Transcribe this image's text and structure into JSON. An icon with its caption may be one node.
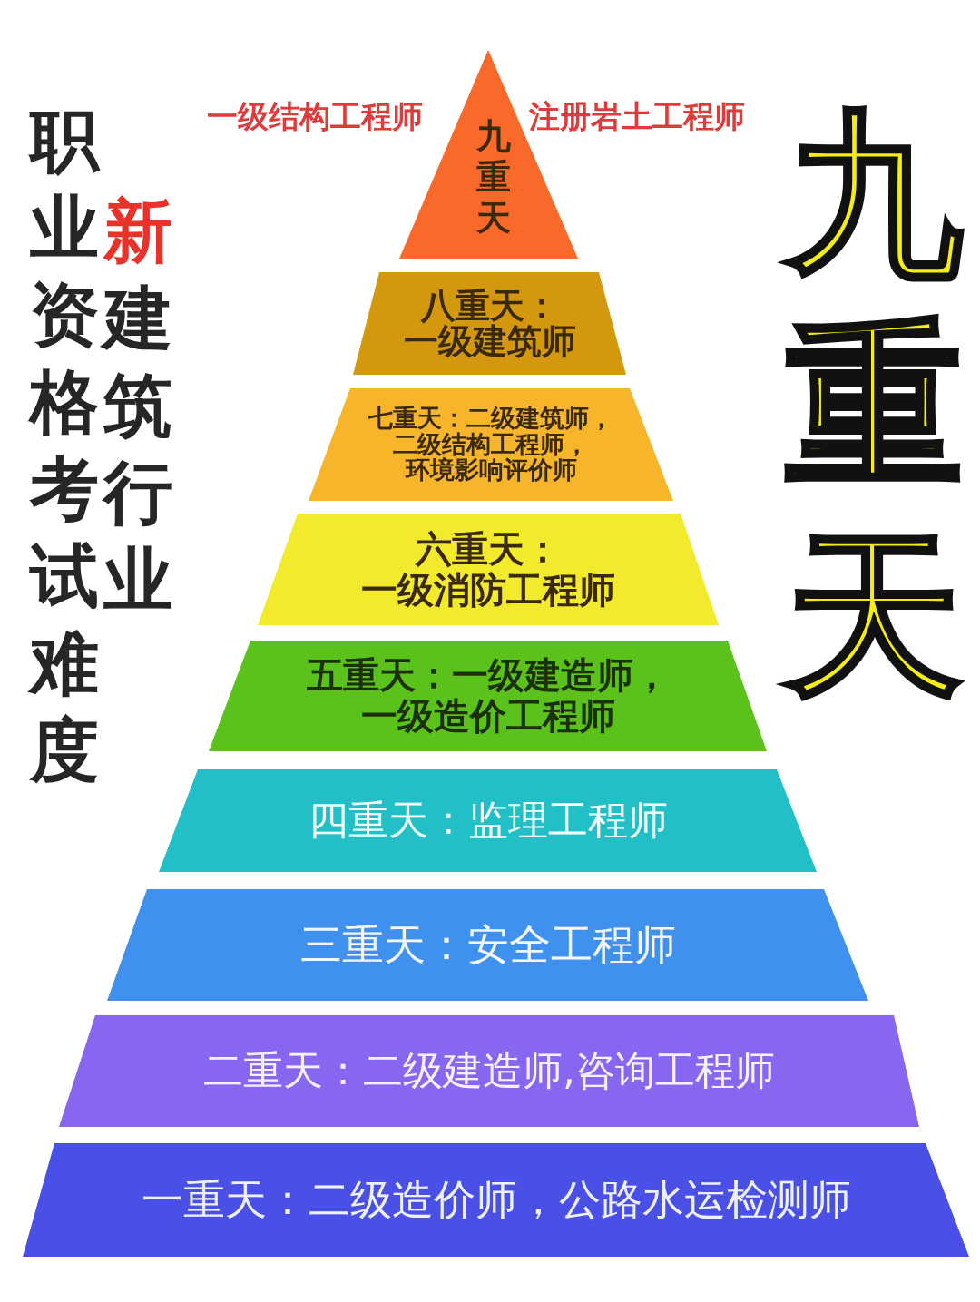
{
  "diagram": {
    "title": "九重天",
    "nodes": [
      {
        "text": [
          "九重天"
        ],
        "beside": [
          "一级结构工程师",
          "注册岩土工程师"
        ]
      },
      {
        "text": [
          "八重天：一级建筑师"
        ]
      },
      {
        "text": [
          "七重天：二级建筑师，二级结构工程师，环境影响评价师"
        ]
      },
      {
        "text": [
          "六重天：一级消防工程师"
        ]
      },
      {
        "text": [
          "五重天：一级建造师，一级造价工程师"
        ]
      },
      {
        "text": [
          "四重天：监理工程师"
        ]
      },
      {
        "text": [
          "三重天：安全工程师"
        ]
      },
      {
        "text": [
          "二重天：二级建造师,咨询工程师"
        ]
      },
      {
        "text": [
          "一重天：二级造价师，公路水运检测师"
        ]
      }
    ],
    "labels": [
      "新建筑行业",
      "职业资格考试难度"
    ]
  }
}
